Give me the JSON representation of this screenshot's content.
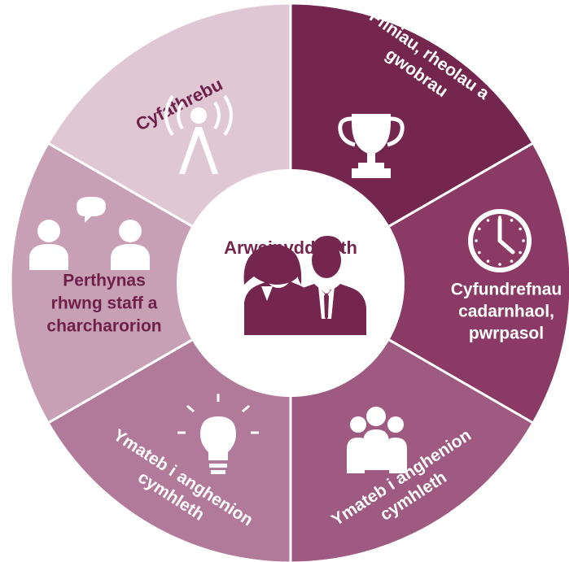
{
  "center": {
    "title": "Arweinyddiaeth",
    "icon": "leaders-icon"
  },
  "segments": [
    {
      "lines": [
        "Ffiniau, rheolau a",
        "gwobrau"
      ],
      "icon": "trophy-icon",
      "color": "#74264f",
      "text_color": "#ffffff"
    },
    {
      "lines": [
        "Cyfundrefnau",
        "cadarnhaol,",
        "pwrpasol"
      ],
      "icon": "clock-icon",
      "color": "#8a3a64",
      "text_color": "#ffffff"
    },
    {
      "lines": [
        "Ymateb i anghenion",
        "cymhleth"
      ],
      "icon": "people-group-icon",
      "color": "#9e5a80",
      "text_color": "#ffffff"
    },
    {
      "lines": [
        "Ymateb i anghenion",
        "cymhleth"
      ],
      "icon": "lightbulb-icon",
      "color": "#b27a9a",
      "text_color": "#ffffff"
    },
    {
      "lines": [
        "Perthynas",
        "rhwng staff a",
        "charcharorion"
      ],
      "icon": "conversation-icon",
      "color": "#c7a0b6",
      "text_color": "#6e1f4a"
    },
    {
      "lines": [
        "Cyfathrebu"
      ],
      "icon": "antenna-icon",
      "color": "#dfc8d4",
      "text_color": "#6e1f4a"
    }
  ],
  "colors": {
    "accent": "#74264f",
    "center_fill": "#ffffff",
    "icon_white": "#ffffff"
  }
}
